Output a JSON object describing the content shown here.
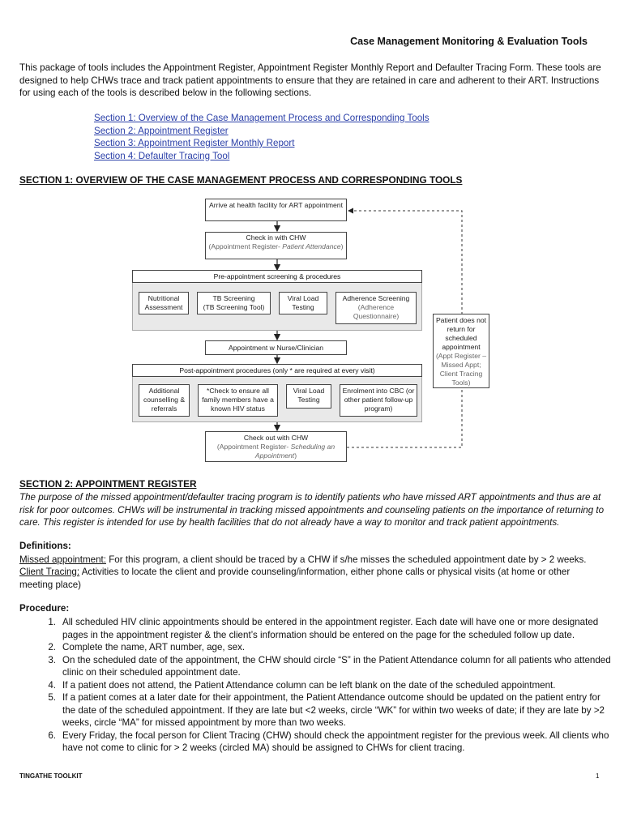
{
  "title": "Case Management Monitoring & Evaluation Tools",
  "intro": "This package of tools includes the Appointment Register, Appointment Register Monthly Report and Defaulter Tracing Form. These tools are designed to help CHWs trace and track patient appointments to ensure that they are retained in care and adherent to their ART. Instructions for using each of the tools is described below in the following sections.",
  "toc": [
    "Section 1: Overview of the Case Management Process and Corresponding Tools",
    "Section 2: Appointment Register",
    "Section 3: Appointment Register Monthly Report",
    "Section 4: Defaulter Tracing Tool"
  ],
  "section1_heading": "SECTION 1: OVERVIEW OF THE CASE MANAGEMENT PROCESS AND CORRESPONDING TOOLS",
  "diagram": {
    "arrive": "Arrive at health facility for ART appointment",
    "checkin": "Check in with CHW",
    "checkin_sub_a": "(Appointment Register- ",
    "checkin_sub_b": "Patient Attendance",
    "checkin_sub_c": ")",
    "pre_header": "Pre-appointment screening & procedures",
    "nutrition": "Nutritional Assessment",
    "tb": "TB Screening",
    "tb_sub": "(TB Screening Tool)",
    "viral1": "Viral Load Testing",
    "adherence": "Adherence Screening",
    "adherence_sub": "(Adherence Questionnaire)",
    "appointment": "Appointment w Nurse/Clinician",
    "post_header_a": "Post-appointment procedures ",
    "post_header_b": "(only * are required at every visit)",
    "counselling": "Additional counselling & referrals",
    "family": "*Check to ensure all family members have a known HIV status",
    "viral2": "Viral Load Testing",
    "cbc": "Enrolment into CBC (or other patient follow-up program)",
    "checkout": "Check out with CHW",
    "checkout_sub_a": "(Appointment Register- ",
    "checkout_sub_b": "Scheduling an Appointment",
    "checkout_sub_c": ")",
    "noreturn": "Patient does not return for scheduled appointment",
    "noreturn_sub": "(Appt Register – Missed Appt; Client Tracing Tools)"
  },
  "section2_heading": "SECTION 2: APPOINTMENT REGISTER",
  "section2_body": "The purpose of the missed appointment/defaulter tracing program is to identify patients who have missed ART appointments and thus are at risk for poor outcomes. CHWs will be instrumental in tracking missed appointments and counseling patients on the importance of returning to care. This register is intended for use by health facilities that do not already have a way to monitor and track patient appointments.",
  "definitions_heading": "Definitions:",
  "definitions": [
    {
      "term": "Missed appointment:",
      "text": " For this program, a client should be traced by a CHW if s/he misses the scheduled appointment date by > 2 weeks."
    },
    {
      "term": "Client Tracing:",
      "text": " Activities to locate the client and provide counseling/information, either phone calls or physical visits (at home or other meeting place)"
    }
  ],
  "procedure_heading": "Procedure:",
  "procedure": [
    {
      "num": "1.",
      "text": "All scheduled HIV clinic appointments should be entered in the appointment register.  Each date will have one or more designated pages in the appointment register & the client’s information should be entered on the page for the scheduled follow up date."
    },
    {
      "num": "2.",
      "text": "Complete the name, ART number, age, sex."
    },
    {
      "num": "3.",
      "text": "On the scheduled date of the appointment, the CHW should circle “S” in the Patient Attendance column for all patients who attended clinic on their scheduled appointment date."
    },
    {
      "num": "4.",
      "text": "If a patient does not attend, the Patient Attendance column can be left blank on the date of the scheduled appointment."
    },
    {
      "num": "5.",
      "text": "If a patient comes at a later date for their appointment, the Patient Attendance outcome should be updated on the patient entry for the date of the scheduled appointment.  If they are late but <2 weeks, circle “WK” for within two weeks of date; if they are late by >2 weeks, circle “MA” for missed appointment by more than two weeks."
    },
    {
      "num": "6.",
      "text": "Every Friday, the focal person for Client Tracing (CHW) should check the appointment register for the previous week.  All clients who have not come to clinic for > 2 weeks (circled MA) should be assigned to CHWs for client tracing."
    }
  ],
  "footer_left": "TINGATHE TOOLKIT",
  "footer_right": "1"
}
